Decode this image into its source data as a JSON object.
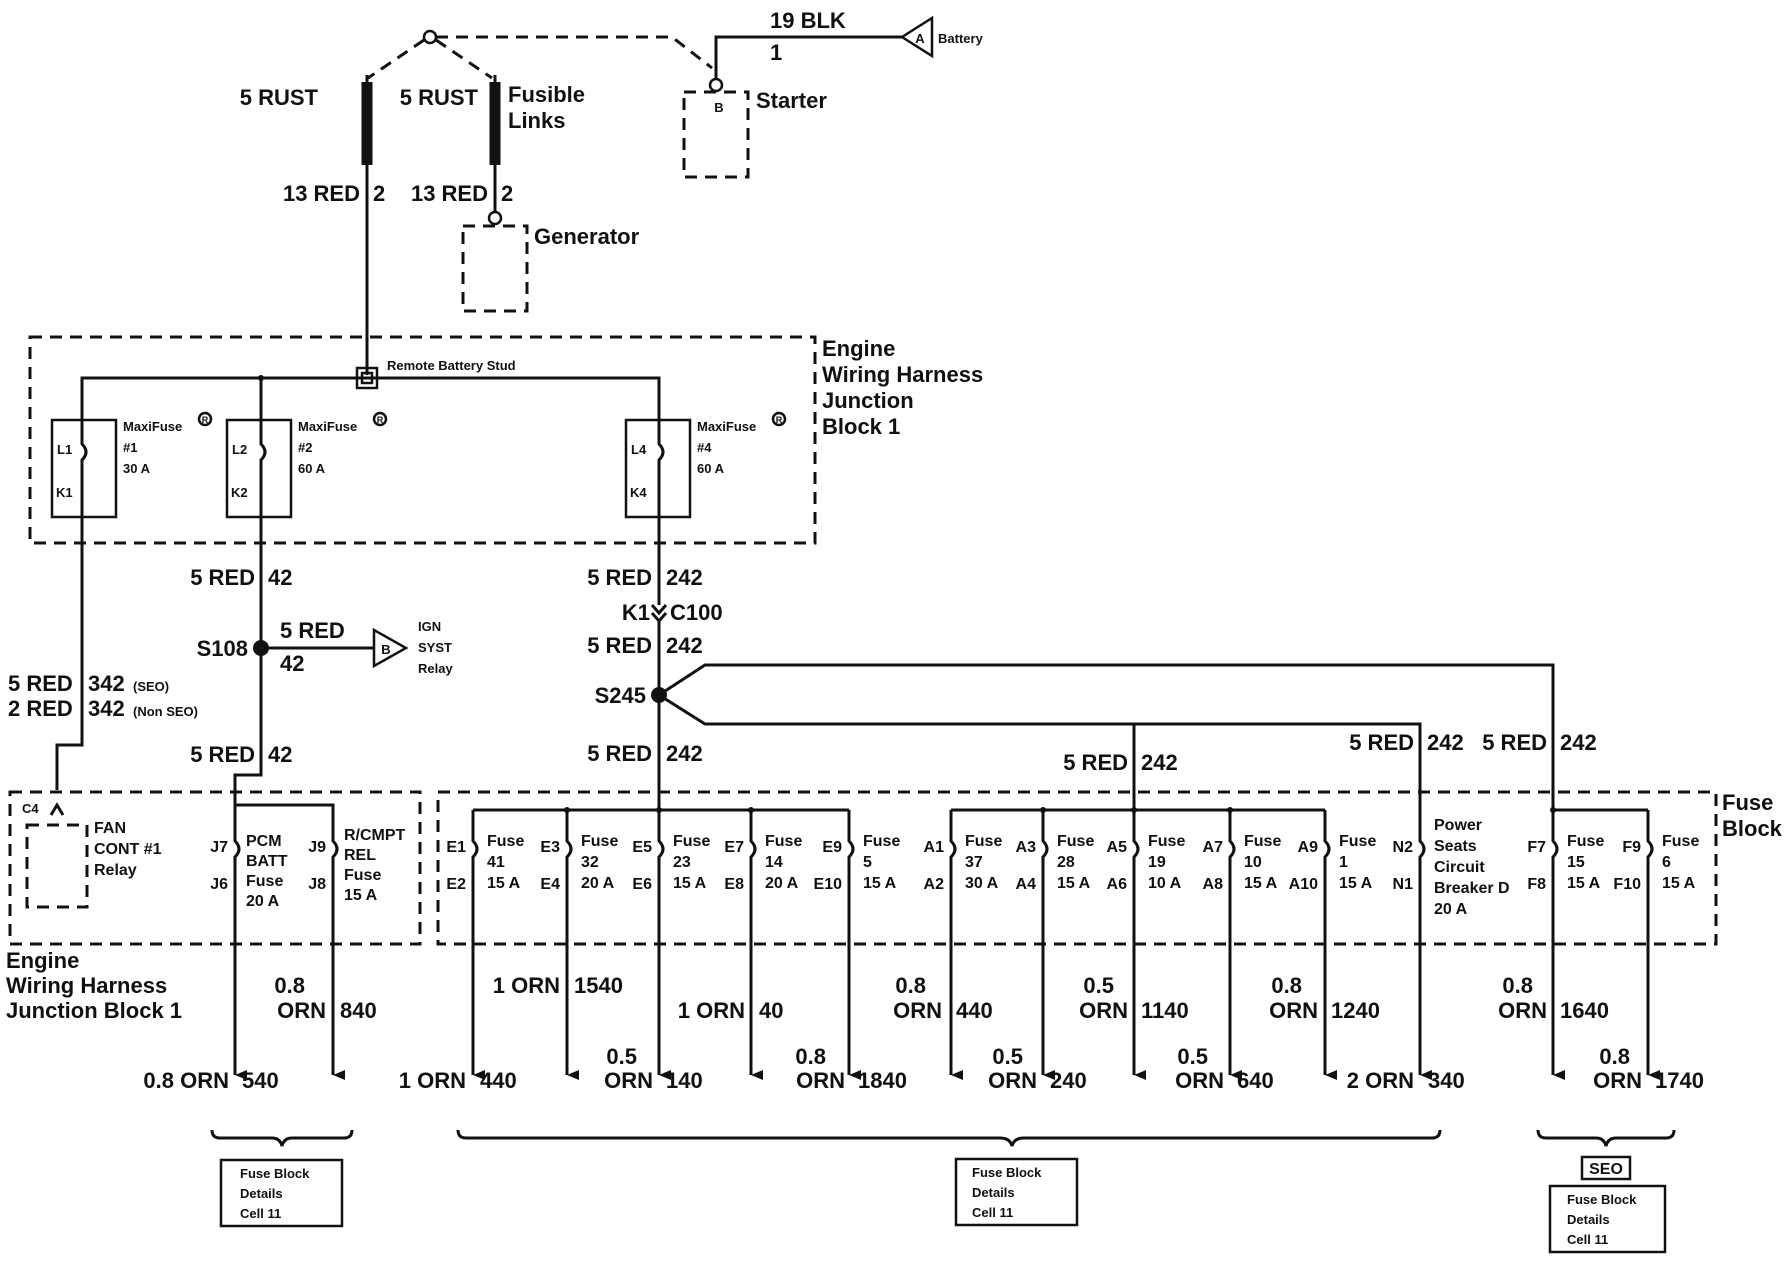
{
  "battery_label": "Battery",
  "battery_pin": "A",
  "wire_19blk": "19 BLK",
  "wire_19blk_circuit": "1",
  "starter_label": "Starter",
  "starter_pin": "B",
  "rust_left": "5 RUST",
  "rust_right": "5 RUST",
  "fusible_links": [
    "Fusible",
    "Links"
  ],
  "red13_left": "13 RED",
  "red13_left_circuit": "2",
  "red13_right": "13 RED",
  "red13_right_circuit": "2",
  "generator_label": "Generator",
  "jb1_title": [
    "Engine",
    "Wiring Harness",
    "Junction",
    "Block 1"
  ],
  "remote_battery_stud": "Remote Battery Stud",
  "maxifuses": [
    {
      "top_pin": "L1",
      "bottom_pin": "K1",
      "name": "MaxiFuse",
      "number": "#1",
      "rating": "30 A"
    },
    {
      "top_pin": "L2",
      "bottom_pin": "K2",
      "name": "MaxiFuse",
      "number": "#2",
      "rating": "60 A"
    },
    {
      "top_pin": "L4",
      "bottom_pin": "K4",
      "name": "MaxiFuse",
      "number": "#4",
      "rating": "60 A"
    }
  ],
  "registered_mark": "R",
  "wire_42_a": {
    "gauge": "5 RED",
    "circuit": "42"
  },
  "splice_s108": "S108",
  "wire_42_b": {
    "gauge": "5 RED",
    "circuit": "42"
  },
  "ign_syst_relay": {
    "pin": "B",
    "lines": [
      "IGN",
      "SYST",
      "Relay"
    ]
  },
  "wire_342_seo": {
    "gauge": "5 RED",
    "circuit": "342",
    "note": "(SEO)"
  },
  "wire_342_nonseo": {
    "gauge": "2 RED",
    "circuit": "342",
    "note": "(Non SEO)"
  },
  "wire_42_c": {
    "gauge": "5 RED",
    "circuit": "42"
  },
  "wire_242_a": {
    "gauge": "5 RED",
    "circuit": "242"
  },
  "connector": {
    "pin": "K1",
    "name": "C100"
  },
  "wire_242_b": {
    "gauge": "5 RED",
    "circuit": "242"
  },
  "splice_s245": "S245",
  "wire_242_c": {
    "gauge": "5 RED",
    "circuit": "242"
  },
  "wire_242_d": {
    "gauge": "5 RED",
    "circuit": "242"
  },
  "wire_242_e": {
    "gauge": "5 RED",
    "circuit": "242"
  },
  "wire_242_f": {
    "gauge": "5 RED",
    "circuit": "242"
  },
  "fan_relay": {
    "pin": "C4",
    "lines": [
      "FAN",
      "CONT #1",
      "Relay"
    ]
  },
  "jb_fuses": [
    {
      "top_pin": "J7",
      "bottom_pin": "J6",
      "lines": [
        "PCM",
        "BATT",
        "Fuse",
        "20 A"
      ]
    },
    {
      "top_pin": "J9",
      "bottom_pin": "J8",
      "lines": [
        "R/CMPT",
        "REL",
        "Fuse",
        "15 A"
      ]
    }
  ],
  "jb1_bottom_label": [
    "Engine",
    "Wiring Harness",
    "Junction Block 1"
  ],
  "fuse_block_label": [
    "Fuse",
    "Block"
  ],
  "fuses": [
    {
      "top_pin": "E1",
      "bottom_pin": "E2",
      "name": "Fuse",
      "number": "41",
      "rating": "15 A"
    },
    {
      "top_pin": "E3",
      "bottom_pin": "E4",
      "name": "Fuse",
      "number": "32",
      "rating": "20 A"
    },
    {
      "top_pin": "E5",
      "bottom_pin": "E6",
      "name": "Fuse",
      "number": "23",
      "rating": "15 A"
    },
    {
      "top_pin": "E7",
      "bottom_pin": "E8",
      "name": "Fuse",
      "number": "14",
      "rating": "20 A"
    },
    {
      "top_pin": "E9",
      "bottom_pin": "E10",
      "name": "Fuse",
      "number": "5",
      "rating": "15 A"
    },
    {
      "top_pin": "A1",
      "bottom_pin": "A2",
      "name": "Fuse",
      "number": "37",
      "rating": "30 A"
    },
    {
      "top_pin": "A3",
      "bottom_pin": "A4",
      "name": "Fuse",
      "number": "28",
      "rating": "15 A"
    },
    {
      "top_pin": "A5",
      "bottom_pin": "A6",
      "name": "Fuse",
      "number": "19",
      "rating": "10 A"
    },
    {
      "top_pin": "A7",
      "bottom_pin": "A8",
      "name": "Fuse",
      "number": "10",
      "rating": "15 A"
    },
    {
      "top_pin": "A9",
      "bottom_pin": "A10",
      "name": "Fuse",
      "number": "1",
      "rating": "15 A"
    },
    {
      "top_pin": "F7",
      "bottom_pin": "F8",
      "name": "Fuse",
      "number": "15",
      "rating": "15 A"
    },
    {
      "top_pin": "F9",
      "bottom_pin": "F10",
      "name": "Fuse",
      "number": "6",
      "rating": "15 A"
    }
  ],
  "breaker": {
    "top_pin": "N2",
    "bottom_pin": "N1",
    "lines": [
      "Power",
      "Seats",
      "Circuit",
      "Breaker D",
      "20 A"
    ]
  },
  "out_wires": {
    "w540": {
      "gauge": "0.8 ORN",
      "circuit": "540"
    },
    "w840": {
      "gauge_a": "0.8",
      "gauge_b": "ORN",
      "circuit": "840"
    },
    "w440a": {
      "gauge": "1 ORN",
      "circuit": "440"
    },
    "w1540": {
      "gauge": "1 ORN",
      "circuit": "1540"
    },
    "w140": {
      "gauge_a": "0.5",
      "gauge_b": "ORN",
      "circuit": "140"
    },
    "w40": {
      "gauge": "1 ORN",
      "circuit": "40"
    },
    "w1840": {
      "gauge_a": "0.8",
      "gauge_b": "ORN",
      "circuit": "1840"
    },
    "w440b": {
      "gauge_a": "0.8",
      "gauge_b": "ORN",
      "circuit": "440"
    },
    "w240": {
      "gauge_a": "0.5",
      "gauge_b": "ORN",
      "circuit": "240"
    },
    "w1140": {
      "gauge_a": "0.5",
      "gauge_b": "ORN",
      "circuit": "1140"
    },
    "w640": {
      "gauge_a": "0.5",
      "gauge_b": "ORN",
      "circuit": "640"
    },
    "w1240": {
      "gauge_a": "0.8",
      "gauge_b": "ORN",
      "circuit": "1240"
    },
    "w340": {
      "gauge": "2 ORN",
      "circuit": "340"
    },
    "w1640": {
      "gauge_a": "0.8",
      "gauge_b": "ORN",
      "circuit": "1640"
    },
    "w1740": {
      "gauge_a": "0.8",
      "gauge_b": "ORN",
      "circuit": "1740"
    }
  },
  "refs": [
    {
      "lines": [
        "Fuse Block",
        "Details",
        "Cell 11"
      ]
    },
    {
      "lines": [
        "Fuse Block",
        "Details",
        "Cell 11"
      ]
    },
    {
      "lines": [
        "Fuse Block",
        "Details",
        "Cell 11"
      ],
      "tag": "SEO"
    }
  ]
}
